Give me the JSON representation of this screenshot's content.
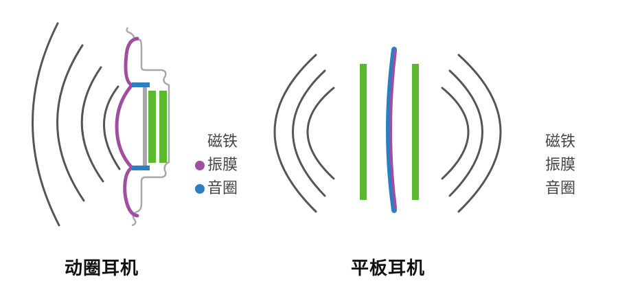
{
  "colors": {
    "wave": "#555555",
    "diaphragm": "#a04fa0",
    "voice_coil": "#2a7fc4",
    "magnet": "#5cb82f",
    "housing": "#a8a8a8",
    "title_text": "#111111",
    "label_text": "#444444"
  },
  "dynamic": {
    "title": "动圈耳机",
    "legend": [
      {
        "label": "磁铁",
        "marker": "none"
      },
      {
        "label": "振膜",
        "marker": "purple-dot"
      },
      {
        "label": "音圈",
        "marker": "blue-dot"
      }
    ]
  },
  "planar": {
    "title": "平板耳机",
    "legend": [
      {
        "label": "磁铁"
      },
      {
        "label": "振膜"
      },
      {
        "label": "音圈"
      }
    ]
  }
}
